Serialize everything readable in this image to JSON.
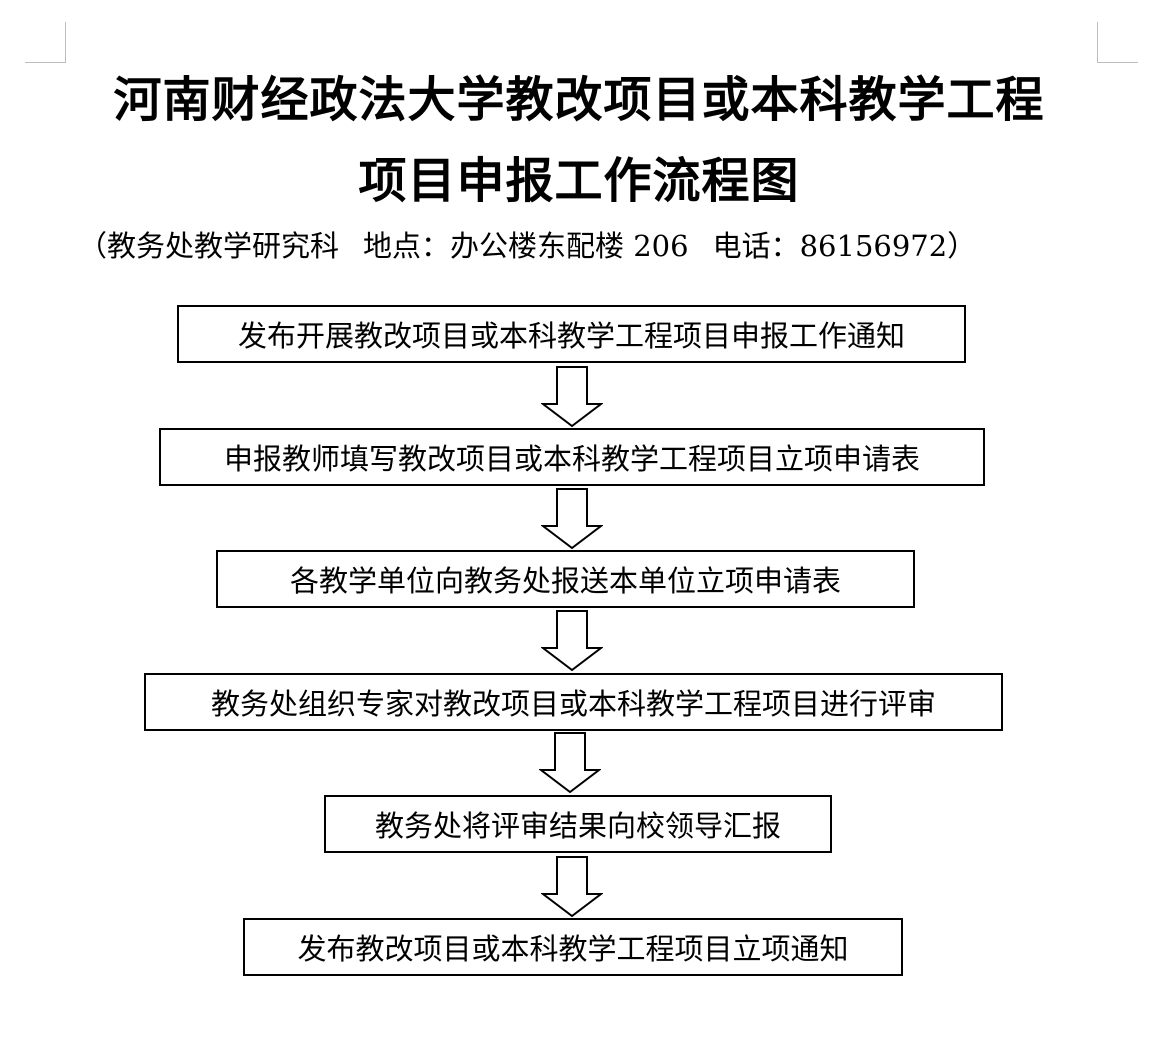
{
  "title": {
    "line1": "河南财经政法大学教改项目或本科教学工程",
    "line2": "项目申报工作流程图"
  },
  "subtitle": {
    "office": "（教务处教学研究科",
    "location": "地点：办公楼东配楼 206",
    "phone": "电话：86156972）"
  },
  "steps": [
    {
      "label": "发布开展教改项目或本科教学工程项目申报工作通知"
    },
    {
      "label": "申报教师填写教改项目或本科教学工程项目立项申请表"
    },
    {
      "label": "各教学单位向教务处报送本单位立项申请表"
    },
    {
      "label": "教务处组织专家对教改项目或本科教学工程项目进行评审"
    },
    {
      "label": "教务处将评审结果向校领导汇报"
    },
    {
      "label": "发布教改项目或本科教学工程项目立项通知"
    }
  ]
}
